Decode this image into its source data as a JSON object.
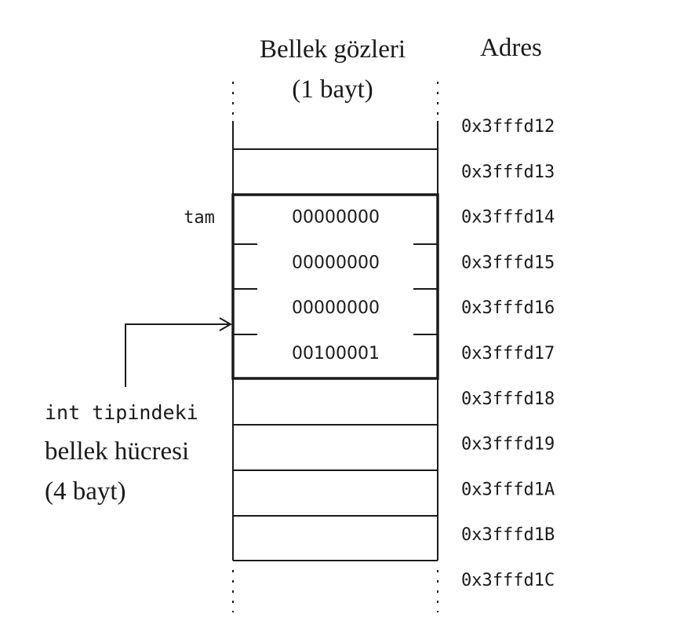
{
  "header": {
    "cells_title_line1": "Bellek gözleri",
    "cells_title_line2": "(1 bayt)",
    "address_title": "Adres"
  },
  "variable": {
    "name": "tam",
    "label_line1": "int tipindeki",
    "label_line2": "bellek hücresi",
    "label_line3": "(4 bayt)"
  },
  "cells": [
    {
      "address": "0x3fffd12",
      "value": ""
    },
    {
      "address": "0x3fffd13",
      "value": ""
    },
    {
      "address": "0x3fffd14",
      "value": "00000000"
    },
    {
      "address": "0x3fffd15",
      "value": "00000000"
    },
    {
      "address": "0x3fffd16",
      "value": "00000000"
    },
    {
      "address": "0x3fffd17",
      "value": "00100001"
    },
    {
      "address": "0x3fffd18",
      "value": ""
    },
    {
      "address": "0x3fffd19",
      "value": ""
    },
    {
      "address": "0x3fffd1A",
      "value": ""
    },
    {
      "address": "0x3fffd1B",
      "value": ""
    },
    {
      "address": "0x3fffd1C",
      "value": ""
    }
  ],
  "colors": {
    "line": "#1a1a1a",
    "background": "#ffffff"
  }
}
